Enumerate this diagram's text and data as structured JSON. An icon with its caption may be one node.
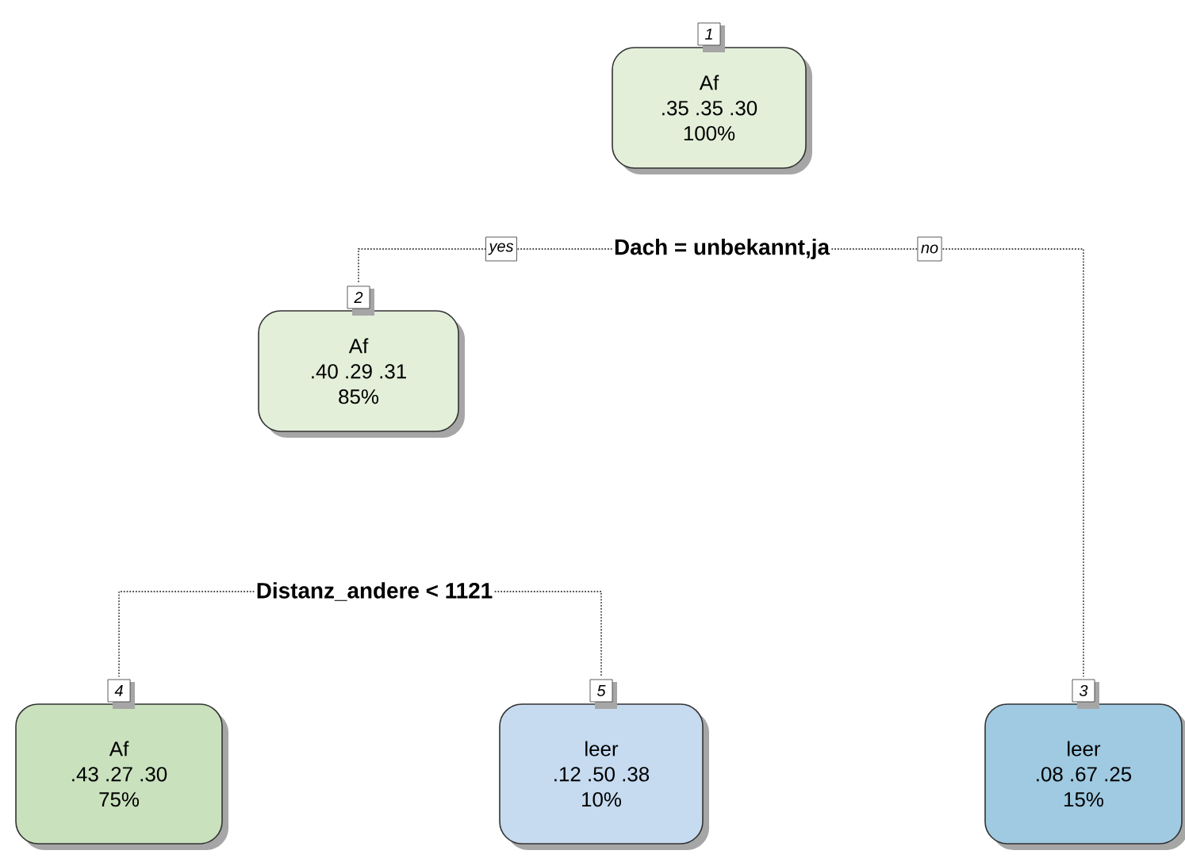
{
  "diagram": {
    "nodes": [
      {
        "text": [
          "Af",
          ".35 .35 .30",
          "100%"
        ],
        "beside": [
          "1"
        ]
      },
      {
        "text": [
          "Dach = unbekannt,ja"
        ]
      },
      {
        "text": [
          "Af",
          ".40 .29 .31",
          "85%"
        ],
        "beside": [
          "2"
        ]
      },
      {
        "text": [
          "Distanz_andere < 1121"
        ]
      },
      {
        "text": [
          "Af",
          ".43 .27 .30",
          "75%"
        ],
        "beside": [
          "4"
        ]
      },
      {
        "text": [
          "leer",
          ".12 .50 .38",
          "10%"
        ],
        "beside": [
          "5"
        ]
      },
      {
        "text": [
          "leer",
          ".08 .67 .25",
          "15%"
        ],
        "beside": [
          "3"
        ]
      }
    ],
    "edges": [
      {
        "from": 1,
        "to": 2,
        "arrow": "none",
        "label": "yes"
      },
      {
        "from": 1,
        "to": 6,
        "arrow": "none",
        "label": "no"
      },
      {
        "from": 3,
        "to": 4,
        "arrow": "none"
      },
      {
        "from": 3,
        "to": 5,
        "arrow": "none"
      }
    ]
  }
}
